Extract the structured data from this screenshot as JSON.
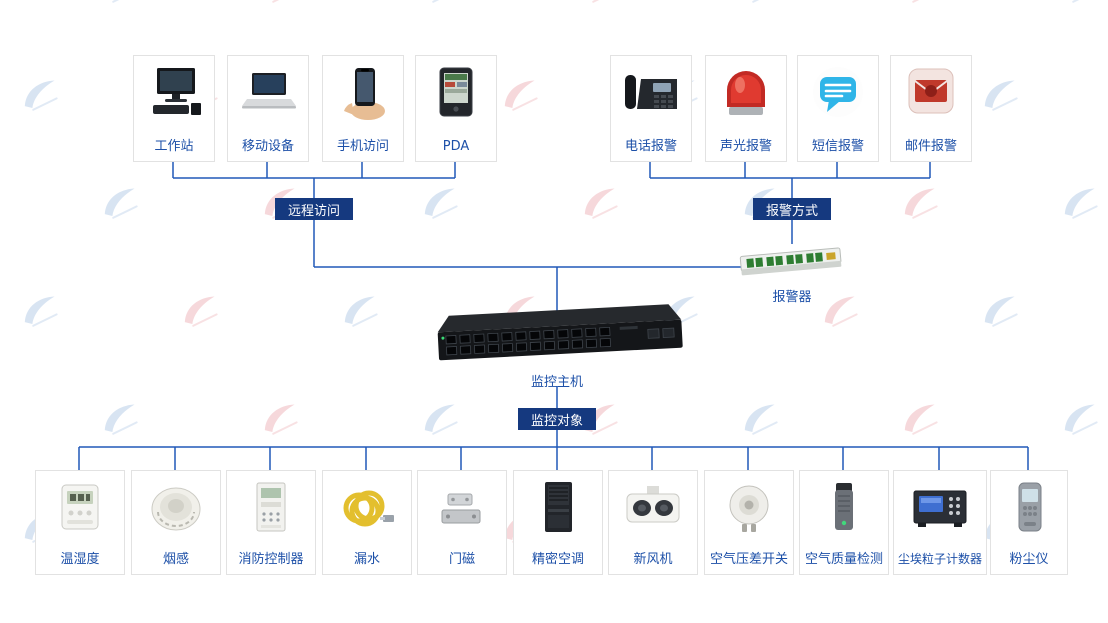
{
  "diagram": {
    "remote_group": {
      "badge": "远程访问",
      "items": [
        {
          "label": "工作站",
          "icon": "workstation-icon"
        },
        {
          "label": "移动设备",
          "icon": "laptop-icon"
        },
        {
          "label": "手机访问",
          "icon": "smartphone-icon"
        },
        {
          "label": "PDA",
          "icon": "pda-icon"
        }
      ]
    },
    "alarm_group": {
      "badge": "报警方式",
      "device_label": "报警器",
      "items": [
        {
          "label": "电话报警",
          "icon": "desk-phone-icon"
        },
        {
          "label": "声光报警",
          "icon": "siren-icon"
        },
        {
          "label": "短信报警",
          "icon": "sms-bubble-icon"
        },
        {
          "label": "邮件报警",
          "icon": "email-icon"
        }
      ]
    },
    "host": {
      "label": "监控主机",
      "icon": "network-switch-icon"
    },
    "monitored_group": {
      "badge": "监控对象",
      "items": [
        {
          "label": "温湿度",
          "icon": "temp-humidity-icon"
        },
        {
          "label": "烟感",
          "icon": "smoke-detector-icon"
        },
        {
          "label": "消防控制器",
          "icon": "fire-controller-icon"
        },
        {
          "label": "漏水",
          "icon": "water-leak-cable-icon"
        },
        {
          "label": "门磁",
          "icon": "door-contact-icon"
        },
        {
          "label": "精密空调",
          "icon": "precision-ac-icon"
        },
        {
          "label": "新风机",
          "icon": "fresh-air-unit-icon"
        },
        {
          "label": "空气压差开关",
          "icon": "pressure-switch-icon"
        },
        {
          "label": "空气质量检测",
          "icon": "air-quality-icon"
        },
        {
          "label": "尘埃粒子计数器",
          "icon": "particle-counter-icon"
        },
        {
          "label": "粉尘仪",
          "icon": "dust-meter-icon"
        }
      ]
    },
    "colors": {
      "line": "#2059b8",
      "badge_bg": "#15397f",
      "label_text": "#1d50a8"
    }
  }
}
